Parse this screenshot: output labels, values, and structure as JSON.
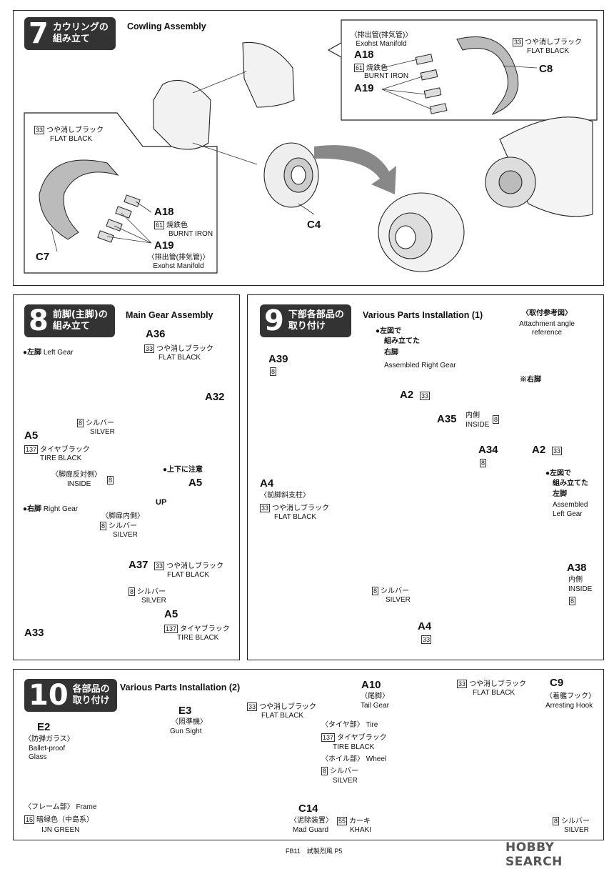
{
  "step7": {
    "number": "7",
    "jp_title_1": "カウリングの",
    "jp_title_2": "組み立て",
    "title": "Cowling Assembly",
    "inset_right": {
      "jp_label": "〈排出管(排気管)〉",
      "label": "Exohst Manifold",
      "part_a18": "A18",
      "color61_code": "61",
      "color61_jp": "焼鉄色",
      "color61_en": "BURNT IRON",
      "part_a19": "A19",
      "color33_code": "33",
      "color33_jp": "つや消しブラック",
      "color33_en": "FLAT BLACK",
      "part_c8": "C8"
    },
    "inset_left": {
      "color33_code": "33",
      "color33_jp": "つや消しブラック",
      "color33_en": "FLAT BLACK",
      "part_a18": "A18",
      "color61_code": "61",
      "color61_jp": "焼鉄色",
      "color61_en": "BURNT IRON",
      "part_a19": "A19",
      "jp_label": "〈排出管(排気管)〉",
      "label": "Exohst Manifold",
      "part_c7": "C7"
    },
    "part_c4": "C4"
  },
  "step8": {
    "number": "8",
    "jp_title_1": "前脚(主脚)の",
    "jp_title_2": "組み立て",
    "title": "Main Gear Assembly",
    "left_gear_jp": "●左脚",
    "left_gear_en": "Left Gear",
    "right_gear_jp": "●右脚",
    "right_gear_en": "Right Gear",
    "part_a36": "A36",
    "c33_code": "33",
    "c33_jp": "つや消しブラック",
    "c33_en": "FLAT BLACK",
    "part_a32": "A32",
    "c8_code": "8",
    "c8_jp": "シルバー",
    "c8_en": "SILVER",
    "part_a5": "A5",
    "c137_code": "137",
    "c137_jp": "タイヤブラック",
    "c137_en": "TIRE BLACK",
    "inside_jp": "〈脚扉反対側〉",
    "inside_en": "INSIDE",
    "inside_code": "8",
    "caution_jp": "●上下に注意",
    "caution_part": "A5",
    "up_label": "UP",
    "door_jp": "〈脚扉内側〉",
    "door_code": "8",
    "door_c_jp": "シルバー",
    "door_c_en": "SILVER",
    "part_a37": "A37",
    "a37_code": "33",
    "a37_jp": "つや消しブラック",
    "a37_en": "FLAT BLACK",
    "a37b_code": "8",
    "a37b_jp": "シルバー",
    "a37b_en": "SILVER",
    "part_a5b": "A5",
    "a5b_code": "137",
    "a5b_jp": "タイヤブラック",
    "a5b_en": "TIRE BLACK",
    "part_a33": "A33"
  },
  "step9": {
    "number": "9",
    "jp_title_1": "下部各部品の",
    "jp_title_2": "取り付け",
    "title": "Various Parts Installation (1)",
    "ref_jp": "〈取付参考図〉",
    "ref_en_1": "Attachment angle",
    "ref_en_2": "reference",
    "right_leg_jp": "※右脚",
    "assembled_right_jp_1": "●左図で",
    "assembled_right_jp_2": "組み立てた",
    "assembled_right_jp_3": "右脚",
    "assembled_right_en": "Assembled Right Gear",
    "part_a39": "A39",
    "a39_code": "8",
    "part_a2": "A2",
    "a2_code": "33",
    "part_a35": "A35",
    "a35_jp": "内側",
    "a35_en": "INSIDE",
    "a35_code": "8",
    "part_a34": "A34",
    "a34_code": "8",
    "part_a2b": "A2",
    "a2b_code": "33",
    "assembled_left_jp_1": "●左図で",
    "assembled_left_jp_2": "組み立てた",
    "assembled_left_jp_3": "左脚",
    "assembled_left_en_1": "Assembled",
    "assembled_left_en_2": "Left Gear",
    "part_a4": "A4",
    "a4_jp": "〈前脚斜支柱〉",
    "a4_code": "33",
    "a4_c_jp": "つや消しブラック",
    "a4_c_en": "FLAT BLACK",
    "silver_code": "8",
    "silver_jp": "シルバー",
    "silver_en": "SILVER",
    "part_a38": "A38",
    "a38_jp": "内側",
    "a38_en": "INSIDE",
    "a38_code": "8",
    "part_a4b": "A4",
    "a4b_code": "33"
  },
  "step10": {
    "number": "10",
    "jp_title_1": "各部品の",
    "jp_title_2": "取り付け",
    "title": "Various Parts Installation (2)",
    "part_e2": "E2",
    "e2_jp": "〈防弾ガラス〉",
    "e2_en_1": "Ballet-proof",
    "e2_en_2": "Glass",
    "part_e3": "E3",
    "e3_jp": "〈照準機〉",
    "e3_en": "Gun Sight",
    "e3_code": "33",
    "e3_c_jp": "つや消しブラック",
    "e3_c_en": "FLAT BLACK",
    "frame_jp": "〈フレーム部〉",
    "frame_en": "Frame",
    "frame_code": "15",
    "frame_c_jp": "暗緑色（中島系）",
    "frame_c_en": "IJN GREEN",
    "part_a10": "A10",
    "a10_jp": "〈尾脚〉",
    "a10_en": "Tail Gear",
    "tire_jp": "〈タイヤ部〉",
    "tire_en": "Tire",
    "tire_code": "137",
    "tire_c_jp": "タイヤブラック",
    "tire_c_en": "TIRE BLACK",
    "wheel_jp": "〈ホイル部〉",
    "wheel_en": "Wheel",
    "wheel_code": "8",
    "wheel_c_jp": "シルバー",
    "wheel_c_en": "SILVER",
    "part_c14": "C14",
    "c14_jp": "〈泥除装置〉",
    "c14_en": "Mad Guard",
    "c14_code": "55",
    "c14_c_jp": "カーキ",
    "c14_c_en": "KHAKI",
    "part_c9": "C9",
    "c9_code": "33",
    "c9_c_jp": "つや消しブラック",
    "c9_c_en": "FLAT BLACK",
    "c9_jp": "〈着艦フック〉",
    "c9_en": "Arresting Hook",
    "hook_code": "8",
    "hook_c_jp": "シルバー",
    "hook_c_en": "SILVER"
  },
  "footer": {
    "page_label": "FB11　試製烈風  P5"
  },
  "watermark": {
    "text": "HOBBY SEARCH"
  }
}
